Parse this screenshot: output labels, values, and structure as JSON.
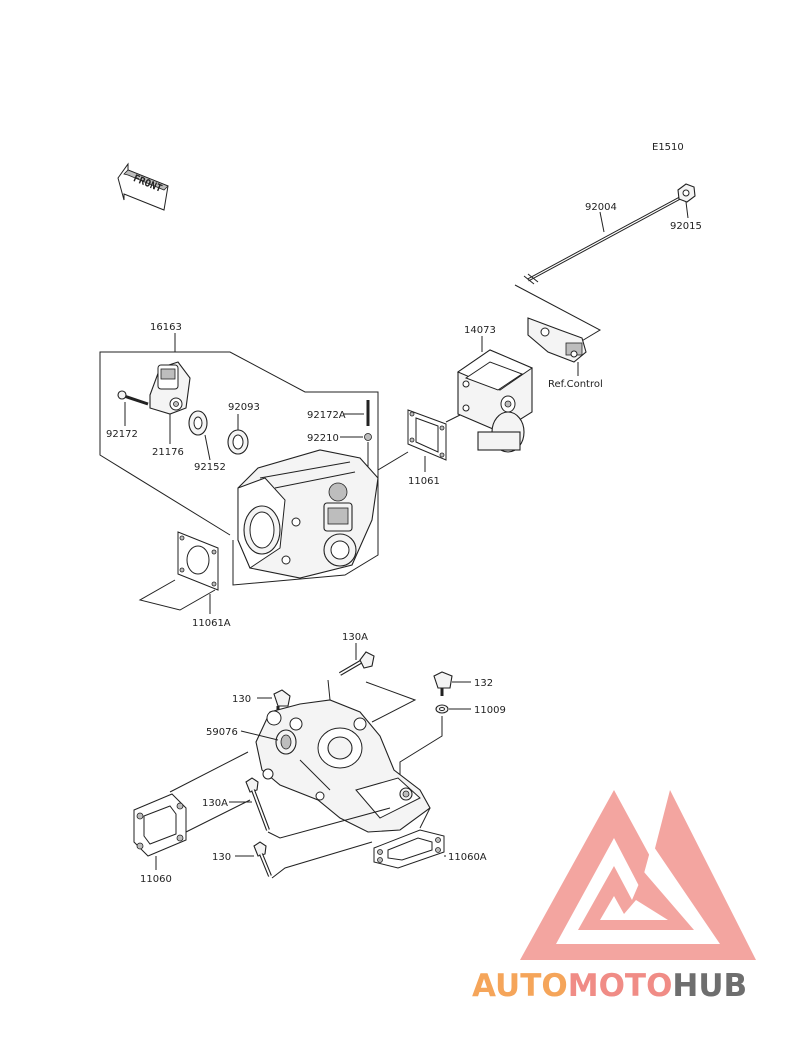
{
  "diagram_code": "E1510",
  "front_label": "FRONT",
  "ref_label": "Ref.Control",
  "parts": {
    "p92004": "92004",
    "p92015": "92015",
    "p14073": "14073",
    "p16163": "16163",
    "p92172": "92172",
    "p21176": "21176",
    "p92152": "92152",
    "p92093": "92093",
    "p92172A": "92172A",
    "p92210": "92210",
    "p11061": "11061",
    "p11061A": "11061A",
    "p130A_top": "130A",
    "p130_top": "130",
    "p132": "132",
    "p11009": "11009",
    "p59076": "59076",
    "p130A_mid": "130A",
    "p130_bot": "130",
    "p11060": "11060",
    "p11060A": "11060A"
  },
  "watermark": {
    "part1": "AUTO",
    "part2": "MOTO",
    "part3": "HUB",
    "color1": "#f5a55a",
    "color2": "#f08c86",
    "color3": "#6e6e6e"
  }
}
